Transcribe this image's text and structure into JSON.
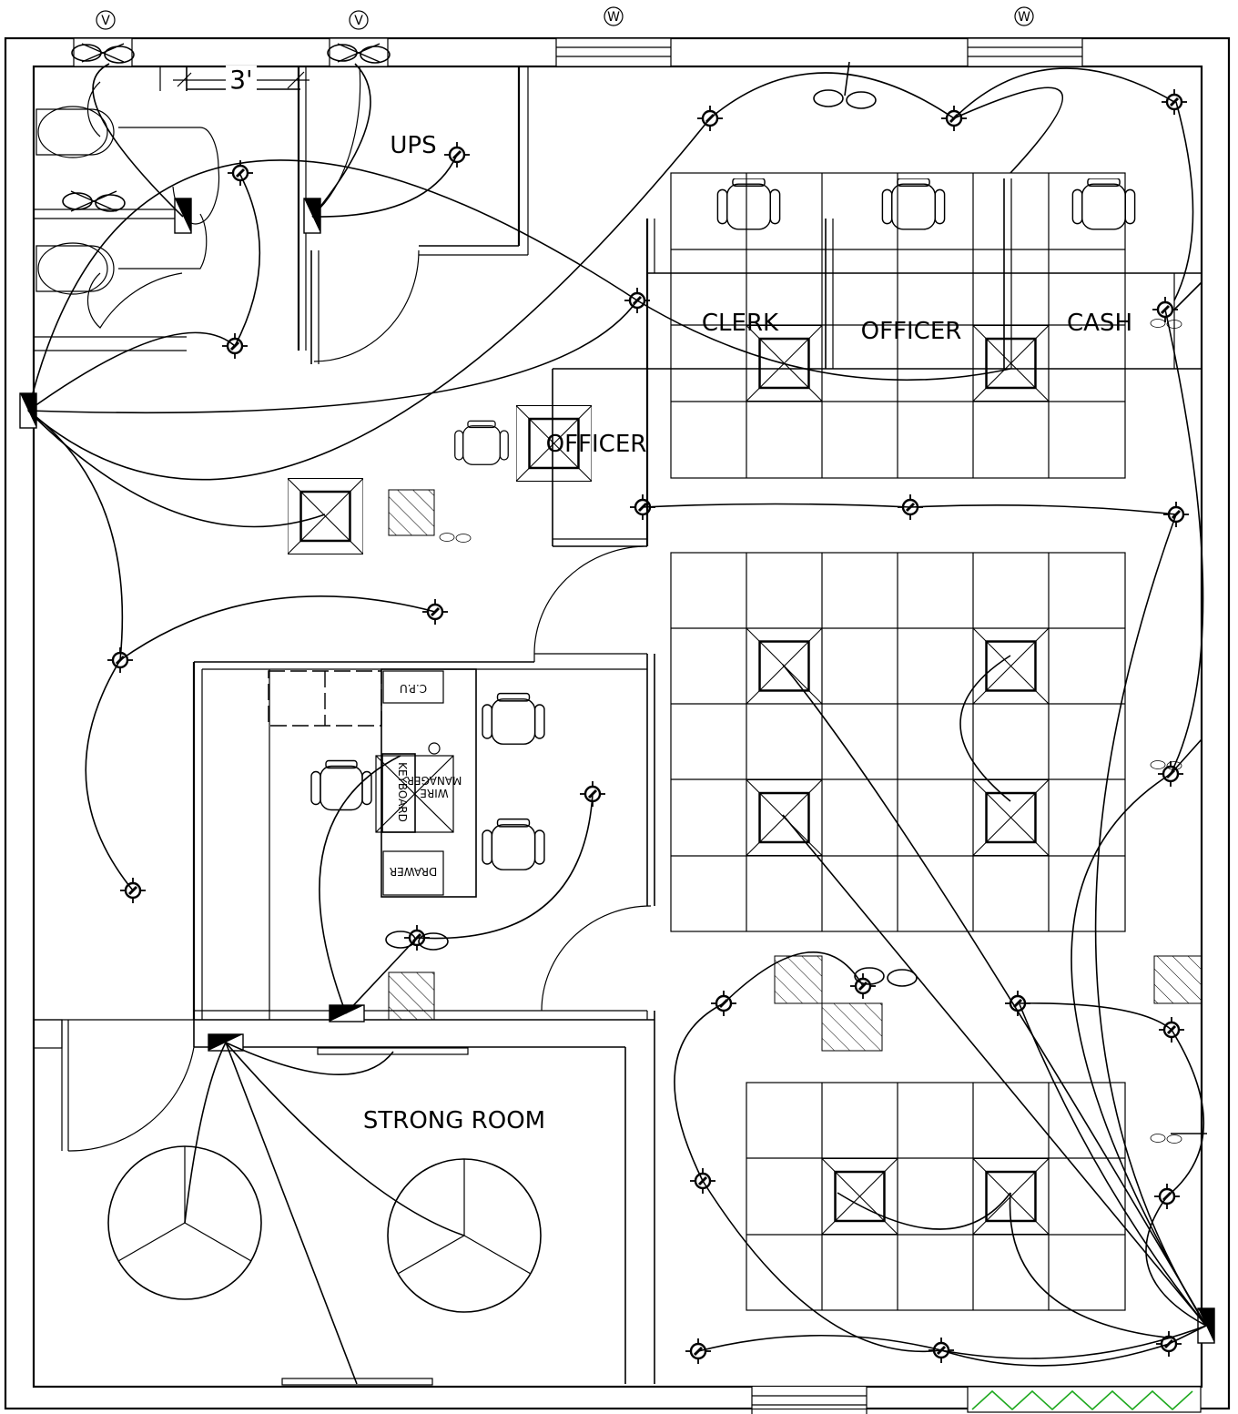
{
  "labels": {
    "ups": "UPS",
    "clerk": "CLERK",
    "officer_top": "OFFICER",
    "cash": "CASH",
    "officer_left": "OFFICER",
    "strong_room": "STRONG ROOM",
    "dimension": "3'",
    "cpu": "C.P.U",
    "manager": "MANAGER",
    "wire": "WIRE",
    "keyboard": "KEYBOARD",
    "drawer": "DRAWER"
  },
  "window_markers": [
    "V",
    "V",
    "W",
    "W"
  ],
  "colors": {
    "line": "#000000",
    "background": "#ffffff",
    "accent_green": "#22aa22"
  },
  "symbols": {
    "light_point": "light-point-icon",
    "ceiling_fan": "ceiling-fan-icon",
    "exhaust_fan": "exhaust-fan-icon",
    "distribution_board": "distribution-board-icon",
    "ac_unit": "ac-unit-icon"
  }
}
